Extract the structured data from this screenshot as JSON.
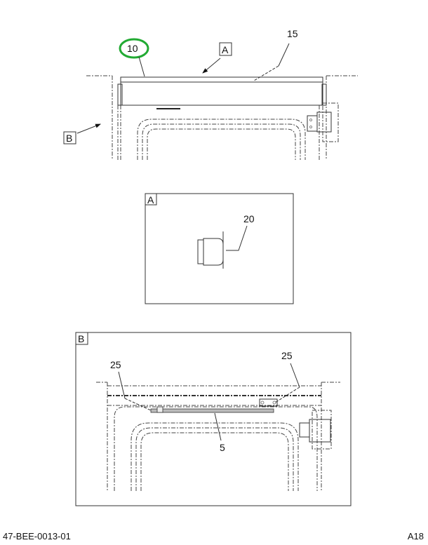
{
  "callouts": {
    "item_10": "10",
    "item_15": "15",
    "item_20": "20",
    "item_25_left": "25",
    "item_25_right": "25",
    "item_5": "5"
  },
  "views": {
    "view_a": "A",
    "view_b": "B"
  },
  "highlight_color": "#22aa33",
  "footer": {
    "drawing_number": "47-BEE-0013-01",
    "page_ref": "A18"
  }
}
